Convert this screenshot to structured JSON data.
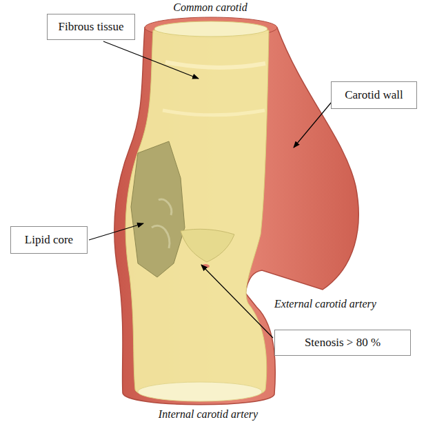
{
  "diagram": {
    "nodes": [
      {
        "text": [
          "Fibrous tissue"
        ]
      },
      {
        "text": [
          "Carotid wall"
        ]
      },
      {
        "text": [
          "Lipid core"
        ]
      },
      {
        "text": [
          "Stenosis > 80 %"
        ]
      }
    ],
    "labels": [
      "Common carotid",
      "External carotid artery",
      "Internal carotid artery"
    ]
  }
}
